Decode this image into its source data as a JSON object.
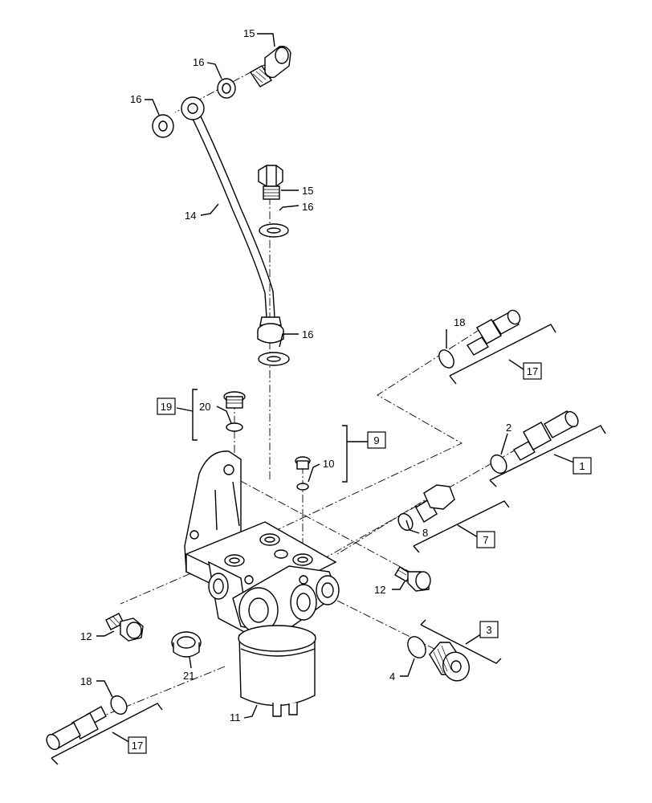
{
  "labels": {
    "l15a": "15",
    "l16a": "16",
    "l16b": "16",
    "l14": "14",
    "l15b": "15",
    "l16c": "16",
    "l16d": "16",
    "l18a": "18",
    "l17a": "17",
    "l2": "2",
    "l1": "1",
    "l20": "20",
    "l19": "19",
    "l10": "10",
    "l9": "9",
    "l8": "8",
    "l7": "7",
    "l12a": "12",
    "l12b": "12",
    "l21": "21",
    "l3": "3",
    "l4": "4",
    "l11": "11",
    "l18b": "18",
    "l17b": "17"
  }
}
